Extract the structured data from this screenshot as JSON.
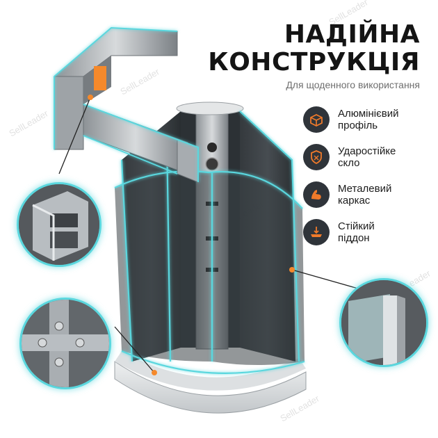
{
  "headline": {
    "line1": "НАДІЙНА",
    "line2": "КОНСТРУКЦІЯ",
    "subtitle": "Для щоденного використання"
  },
  "features": [
    {
      "icon": "aluminum-profile-icon",
      "line1": "Алюмінієвий",
      "line2": "профіль"
    },
    {
      "icon": "shield-icon",
      "line1": "Ударостійке",
      "line2": "скло"
    },
    {
      "icon": "flexed-arm-icon",
      "line1": "Металевий",
      "line2": "каркас"
    },
    {
      "icon": "tray-icon",
      "line1": "Стійкий",
      "line2": "піддон"
    }
  ],
  "watermark": "SellLeader",
  "colors": {
    "accent_glow": "#5ad7de",
    "orange_marker": "#f5892b",
    "icon_bg": "#2f343a",
    "icon_accent": "#f07a2a",
    "headline": "#141414"
  }
}
